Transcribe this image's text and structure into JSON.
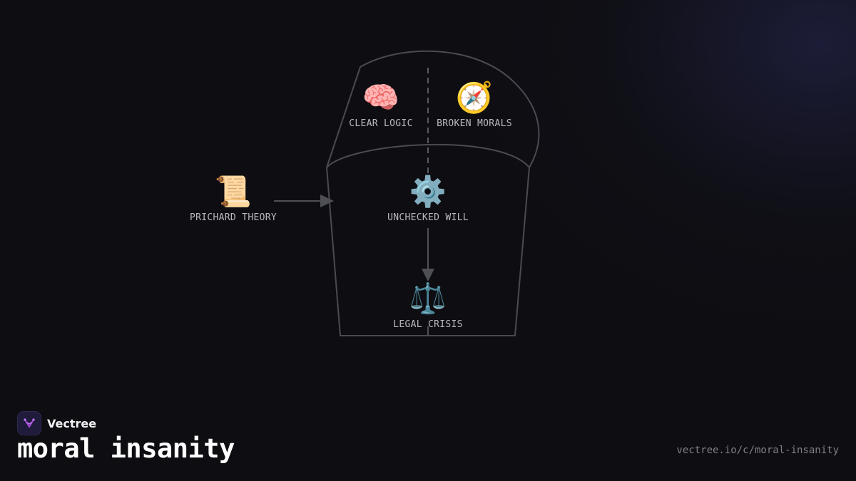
{
  "nodes": {
    "clear_logic": {
      "icon": "brain-icon",
      "glyph": "🧠",
      "label": "CLEAR LOGIC"
    },
    "broken_morals": {
      "icon": "compass-icon",
      "glyph": "🧭",
      "label": "BROKEN MORALS"
    },
    "prichard_theory": {
      "icon": "scroll-icon",
      "glyph": "📜",
      "label": "PRICHARD THEORY"
    },
    "unchecked_will": {
      "icon": "gear-icon",
      "glyph": "⚙️",
      "label": "UNCHECKED WILL"
    },
    "legal_crisis": {
      "icon": "scales-icon",
      "glyph": "⚖️",
      "label": "LEGAL CRISIS"
    }
  },
  "brand": {
    "name": "Vectree",
    "logo_icon": "vectree-logo-icon"
  },
  "footer": {
    "title": "moral insanity",
    "url": "vectree.io/c/moral-insanity"
  },
  "colors": {
    "background": "#0e0e12",
    "outline": "#4a4a52",
    "label": "#b9b9c2",
    "brand_accent": "#a04ad6"
  }
}
